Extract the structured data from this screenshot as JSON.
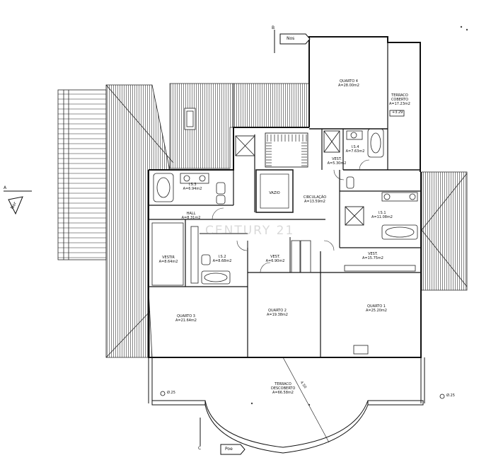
{
  "watermark": "CENTURY 21",
  "section_markers": {
    "a_left": "A",
    "b_top": "B",
    "c_bottom": "C"
  },
  "arrows": {
    "top": "Nos",
    "left": "Nor",
    "bottom": "Poe"
  },
  "dimensions": {
    "terraco_coberto": "+3.29",
    "left_circle": "Ø.25",
    "right_circle": "Ø.25",
    "diagonal": "4.50"
  },
  "rooms": [
    {
      "id": "quarto4",
      "name": "QUARTO 4",
      "area": "A=28.00m2"
    },
    {
      "id": "terraco_coberto",
      "name": "TERRACO COBERTO",
      "area": "A=17.23m2"
    },
    {
      "id": "is4",
      "name": "I.S.4",
      "area": "A=7.63m2"
    },
    {
      "id": "vest_top",
      "name": "VEST.",
      "area": "A=5.30m2"
    },
    {
      "id": "is3",
      "name": "I.S.3",
      "area": "A=6.94m2"
    },
    {
      "id": "vazio",
      "name": "VAZIO",
      "area": ""
    },
    {
      "id": "circulacao",
      "name": "CIRCULAÇÃO",
      "area": "A=13.59m2"
    },
    {
      "id": "is1",
      "name": "I.S.1",
      "area": "A=11.08m2"
    },
    {
      "id": "hall",
      "name": "HALL",
      "area": "A=8.31m2"
    },
    {
      "id": "vestir",
      "name": "VESTIR",
      "area": "A=8.64m2"
    },
    {
      "id": "is2",
      "name": "I.S.2",
      "area": "A=8.68m2"
    },
    {
      "id": "vest_mid",
      "name": "VEST.",
      "area": "A=6.90m2"
    },
    {
      "id": "vest_right",
      "name": "VEST.",
      "area": "A=15.75m2"
    },
    {
      "id": "quarto3",
      "name": "QUARTO 3",
      "area": "A=21.64m2"
    },
    {
      "id": "quarto2",
      "name": "QUARTO 2",
      "area": "A=19.38m2"
    },
    {
      "id": "quarto1",
      "name": "QUARTO 1",
      "area": "A=25.20m2"
    },
    {
      "id": "terraco_descoberto",
      "name": "TERRACO DESCOBERTO",
      "area": "A=66.58m2"
    }
  ]
}
